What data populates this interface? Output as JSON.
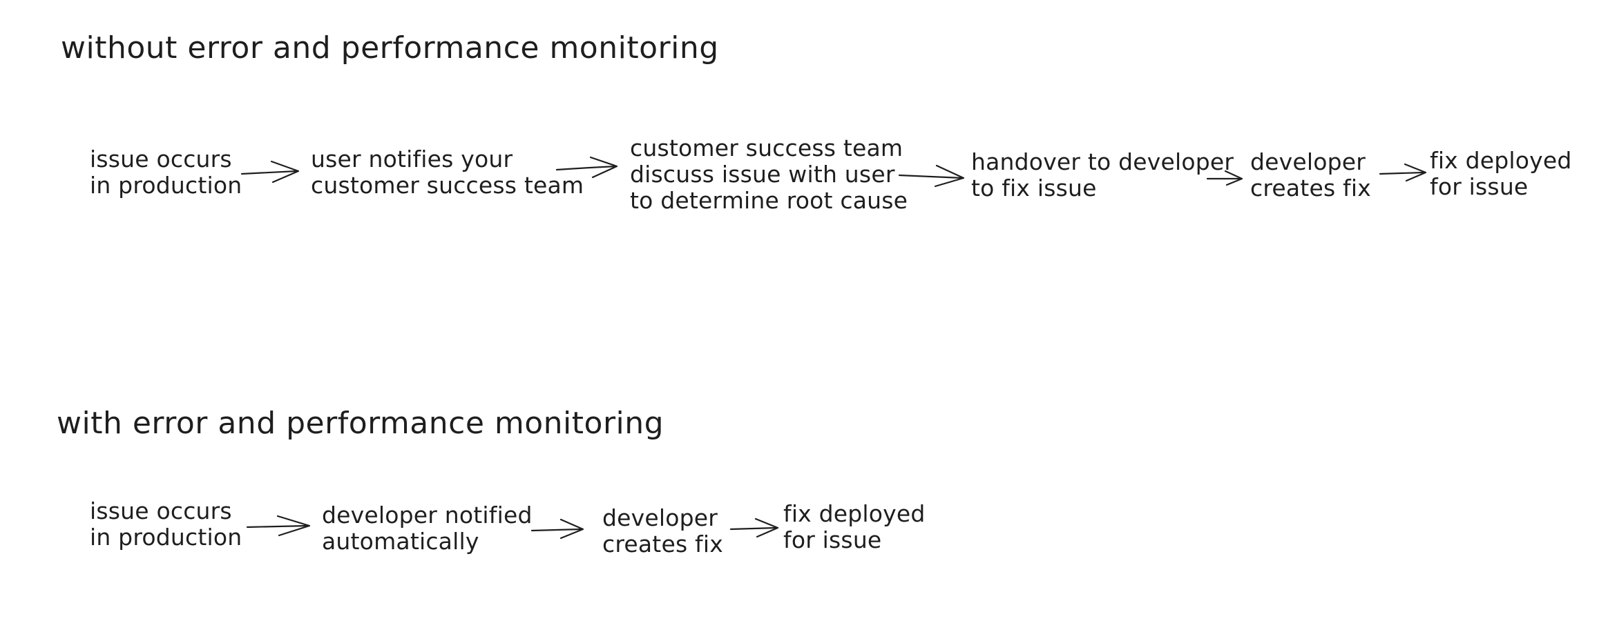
{
  "diagram": {
    "without": {
      "title": "without error and performance monitoring",
      "steps": [
        {
          "lines": [
            "issue occurs",
            "in production"
          ]
        },
        {
          "lines": [
            "user notifies your",
            "customer success team"
          ]
        },
        {
          "lines": [
            "customer success team",
            "discuss issue with user",
            "to determine root cause"
          ]
        },
        {
          "lines": [
            "handover to developer",
            "to fix issue"
          ]
        },
        {
          "lines": [
            "developer",
            "creates fix"
          ]
        },
        {
          "lines": [
            "fix deployed",
            "for issue"
          ]
        }
      ]
    },
    "with": {
      "title": "with error and performance monitoring",
      "steps": [
        {
          "lines": [
            "issue occurs",
            "in production"
          ]
        },
        {
          "lines": [
            "developer notified",
            "automatically"
          ]
        },
        {
          "lines": [
            "developer",
            "creates fix"
          ]
        },
        {
          "lines": [
            "fix deployed",
            "for issue"
          ]
        }
      ]
    }
  }
}
